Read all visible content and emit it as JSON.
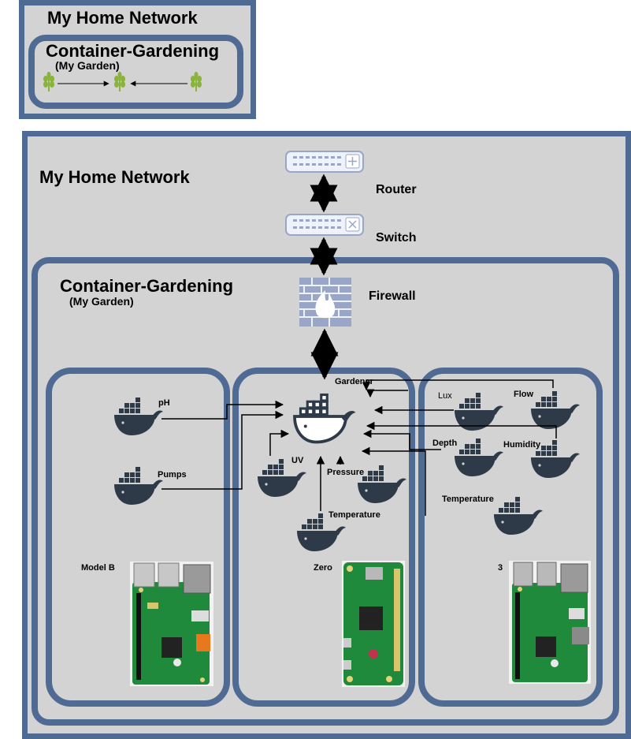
{
  "small": {
    "network_title": "My Home Network",
    "garden_title": "Container-Gardening",
    "garden_subtitle": "(My Garden)"
  },
  "main": {
    "network_title": "My Home Network",
    "garden_title": "Container-Gardening",
    "garden_subtitle": "(My Garden)",
    "router_label": "Router",
    "switch_label": "Switch",
    "firewall_label": "Firewall",
    "gardener_label": "Gardener",
    "pods": [
      {
        "board_label": "Model B",
        "containers": [
          "pH",
          "Pumps"
        ]
      },
      {
        "board_label": "Zero",
        "containers": [
          "UV",
          "Pressure",
          "Temperature"
        ]
      },
      {
        "board_label": "3",
        "containers": [
          "Lux",
          "Flow",
          "Depth",
          "Humidity",
          "Temperature"
        ]
      }
    ]
  },
  "colors": {
    "frame": "#4f6a93",
    "background": "#d3d3d3",
    "whale": "#2e3a48",
    "board": "#1f8a3c"
  }
}
